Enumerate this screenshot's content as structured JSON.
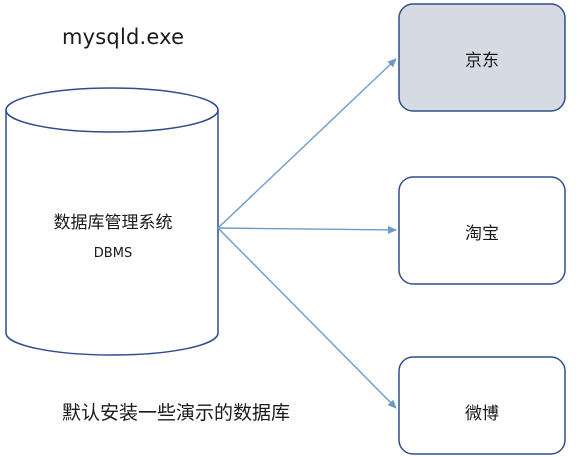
{
  "title": "mysqld.exe",
  "dbms": {
    "label": "数据库管理系统",
    "sublabel": "DBMS"
  },
  "databases": [
    {
      "name": "京东",
      "fill": "#d6dae3",
      "highlighted": true
    },
    {
      "name": "淘宝",
      "fill": "#ffffff",
      "highlighted": false
    },
    {
      "name": "微博",
      "fill": "#ffffff",
      "highlighted": false
    }
  ],
  "caption": "默认安装一些演示的数据库",
  "colors": {
    "stroke": "#2f4f8a",
    "arrow": "#6d9bc8",
    "text": "#1a1a1a",
    "highlight_fill": "#d6dae3"
  }
}
